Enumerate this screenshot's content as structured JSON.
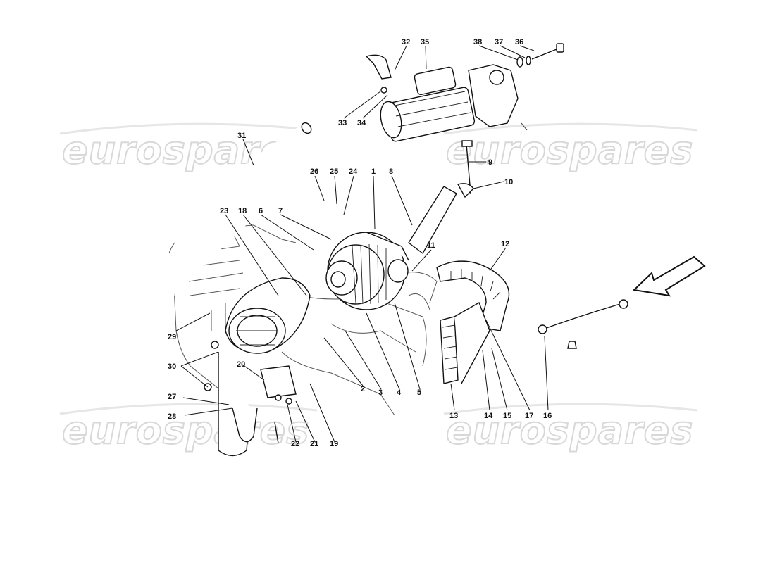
{
  "watermark": {
    "text": "eurospares",
    "positions": [
      "top-left",
      "top-right",
      "bottom-left",
      "bottom-right"
    ]
  },
  "callouts": [
    "1",
    "2",
    "3",
    "4",
    "5",
    "6",
    "7",
    "8",
    "9",
    "10",
    "11",
    "12",
    "13",
    "14",
    "15",
    "16",
    "17",
    "18",
    "19",
    "20",
    "21",
    "22",
    "23",
    "24",
    "25",
    "26",
    "27",
    "28",
    "29",
    "30",
    "31",
    "32",
    "33",
    "34",
    "35",
    "36",
    "37",
    "38"
  ],
  "icons": {
    "direction_arrow": "arrow-down-left-icon"
  }
}
